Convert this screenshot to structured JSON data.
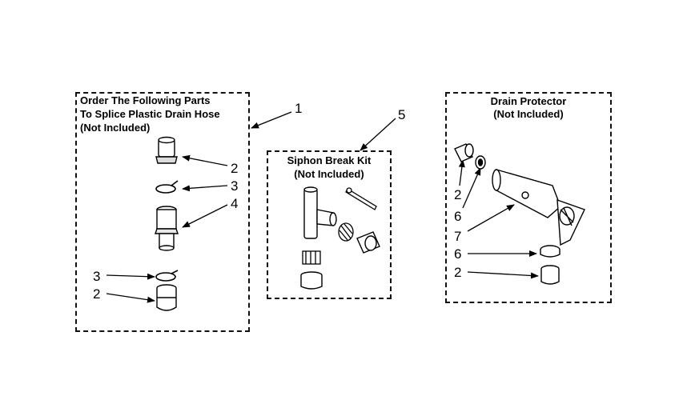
{
  "panels": {
    "splice": {
      "title_line1": "Order The Following Parts",
      "title_line2": "To Splice Plastic Drain Hose",
      "title_line3": "(Not Included)"
    },
    "siphon": {
      "title_line1": "Siphon Break Kit",
      "title_line2": "(Not Included)"
    },
    "drain_protector": {
      "title_line1": "Drain Protector",
      "title_line2": "(Not Included)"
    }
  },
  "callouts": {
    "kit_splice": "1",
    "kit_siphon": "5",
    "splice_coupling": "2",
    "splice_clamp": "3",
    "splice_connector": "4",
    "splice_clamp_lower": "3",
    "splice_coupling_lower": "2",
    "protector_coupling_top": "2",
    "protector_ring_top": "6",
    "protector_body": "7",
    "protector_ring_bottom": "6",
    "protector_coupling_bottom": "2"
  }
}
